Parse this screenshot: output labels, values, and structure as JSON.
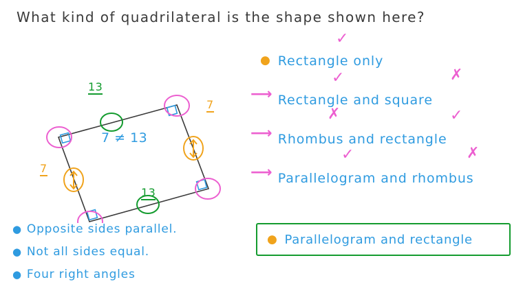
{
  "question": "What kind of quadrilateral is the shape shown here?",
  "figure": {
    "side_labels": [
      {
        "text": "13",
        "color": "#139b2e",
        "position": "top-left-side"
      },
      {
        "text": "7",
        "color": "#f0a31c",
        "position": "top-right-side"
      },
      {
        "text": "7",
        "color": "#f0a31c",
        "position": "bottom-left-side"
      },
      {
        "text": "13",
        "color": "#139b2e",
        "position": "bottom-right-side"
      }
    ],
    "inner_note": "7 ≠ 13",
    "right_angle_marks": 4,
    "shape": "rectangle-rotated"
  },
  "notes": [
    "Opposite sides parallel.",
    "Not all sides equal.",
    "Four right angles"
  ],
  "options": [
    {
      "label": "Rectangle only",
      "marks": [
        "check"
      ]
    },
    {
      "label": "Rectangle and square",
      "marks": [
        "arrow",
        "check",
        "cross"
      ]
    },
    {
      "label": "Rhombus and rectangle",
      "marks": [
        "arrow",
        "cross",
        "check"
      ]
    },
    {
      "label": "Parallelogram and rhombus",
      "marks": [
        "arrow",
        "check",
        "cross"
      ]
    }
  ],
  "answer": {
    "label": "Parallelogram and rectangle",
    "box_color": "#139b2e"
  },
  "colors": {
    "text": "#3a3a3a",
    "blue": "#2f9be0",
    "green": "#139b2e",
    "orange": "#f0a31c",
    "pink": "#ec5fd0"
  }
}
